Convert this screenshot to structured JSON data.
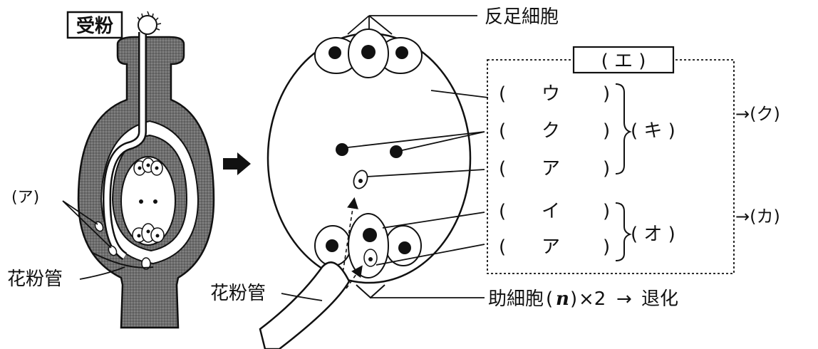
{
  "left": {
    "stamp": "受粉",
    "label_a": "(ア)",
    "label_tube": "花粉管"
  },
  "right": {
    "antipodal": "反足細胞",
    "box_title": "( エ )",
    "rows": [
      {
        "open": "(",
        "kana": "ウ",
        "close": ")"
      },
      {
        "open": "(",
        "kana": "ク",
        "close": ")"
      },
      {
        "open": "(",
        "kana": "ア",
        "close": ")"
      },
      {
        "open": "(",
        "kana": "イ",
        "close": ")"
      },
      {
        "open": "(",
        "kana": "ア",
        "close": ")"
      }
    ],
    "group1": "( キ )",
    "group2": "( オ )",
    "out1": "→(ク)",
    "out2": "→(カ)",
    "tube": "花粉管",
    "synergid_note": "助細胞",
    "n_open": "(",
    "n": "n",
    "n_close": ")",
    "times2": "×2",
    "arrow": "→",
    "degenerate": "退化"
  }
}
